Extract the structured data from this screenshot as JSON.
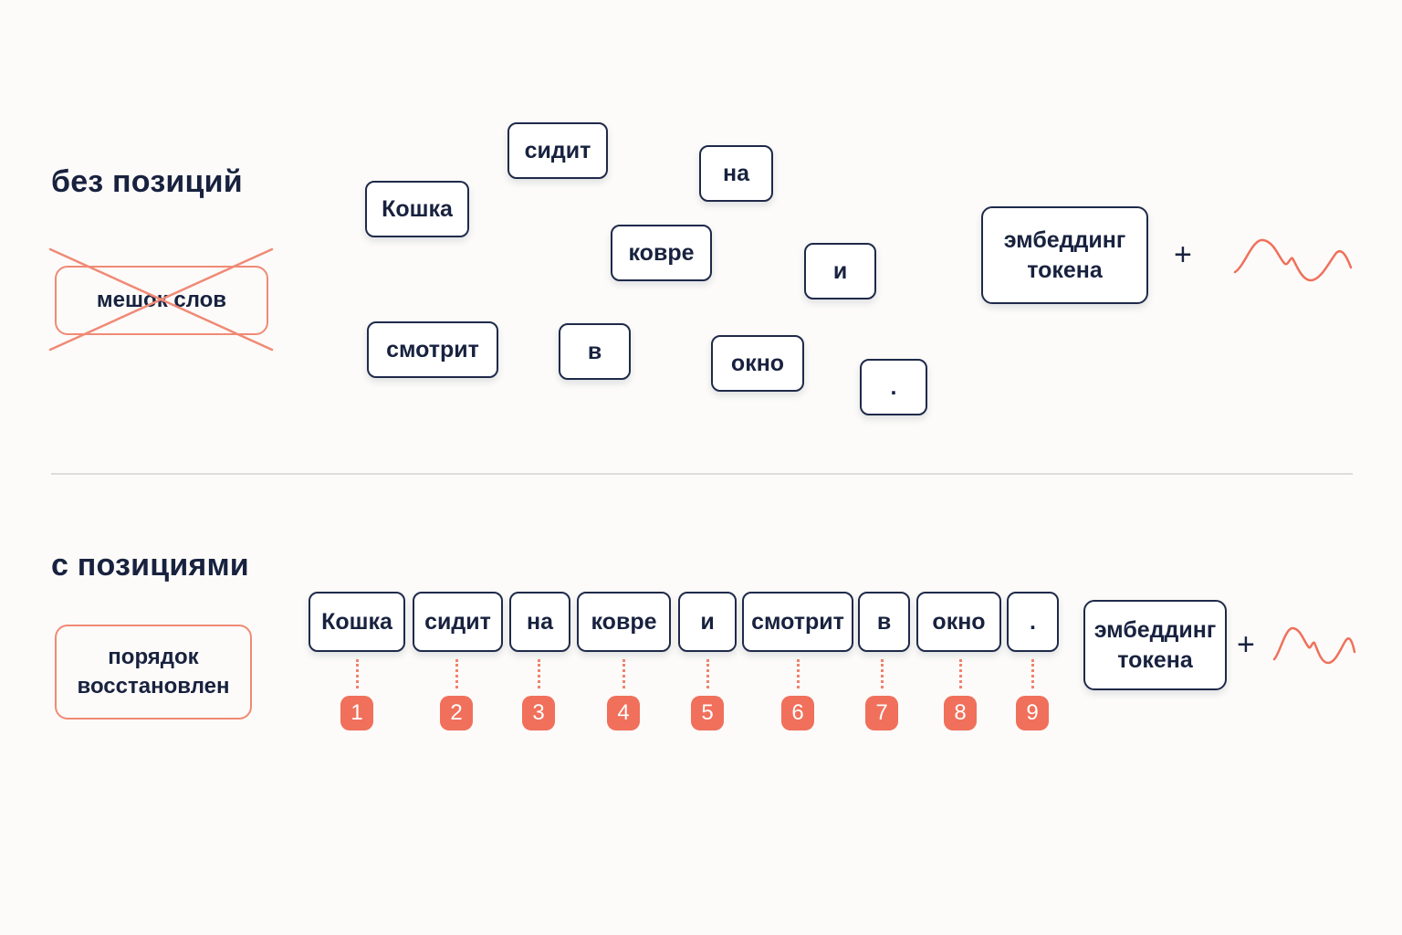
{
  "top": {
    "heading": "без позиций",
    "bag_label": "мешок слов",
    "tokens": [
      "Кошка",
      "сидит",
      "на",
      "ковре",
      "и",
      "смотрит",
      "в",
      "окно",
      "."
    ],
    "embedding": [
      "эмбеддинг",
      "токена"
    ],
    "plus": "+"
  },
  "bottom": {
    "heading": "с позициями",
    "restored": [
      "порядок",
      "восстановлен"
    ],
    "tokens": [
      "Кошка",
      "сидит",
      "на",
      "ковре",
      "и",
      "смотрит",
      "в",
      "окно",
      "."
    ],
    "positions": [
      "1",
      "2",
      "3",
      "4",
      "5",
      "6",
      "7",
      "8",
      "9"
    ],
    "embedding": [
      "эмбеддинг",
      "токена"
    ],
    "plus": "+"
  },
  "colors": {
    "ink": "#18223f",
    "accent": "#f0705b",
    "accent_light": "#f08a76",
    "background": "#fcfbf9"
  },
  "icons": [
    "cross-out-icon",
    "sine-wave-icon"
  ]
}
